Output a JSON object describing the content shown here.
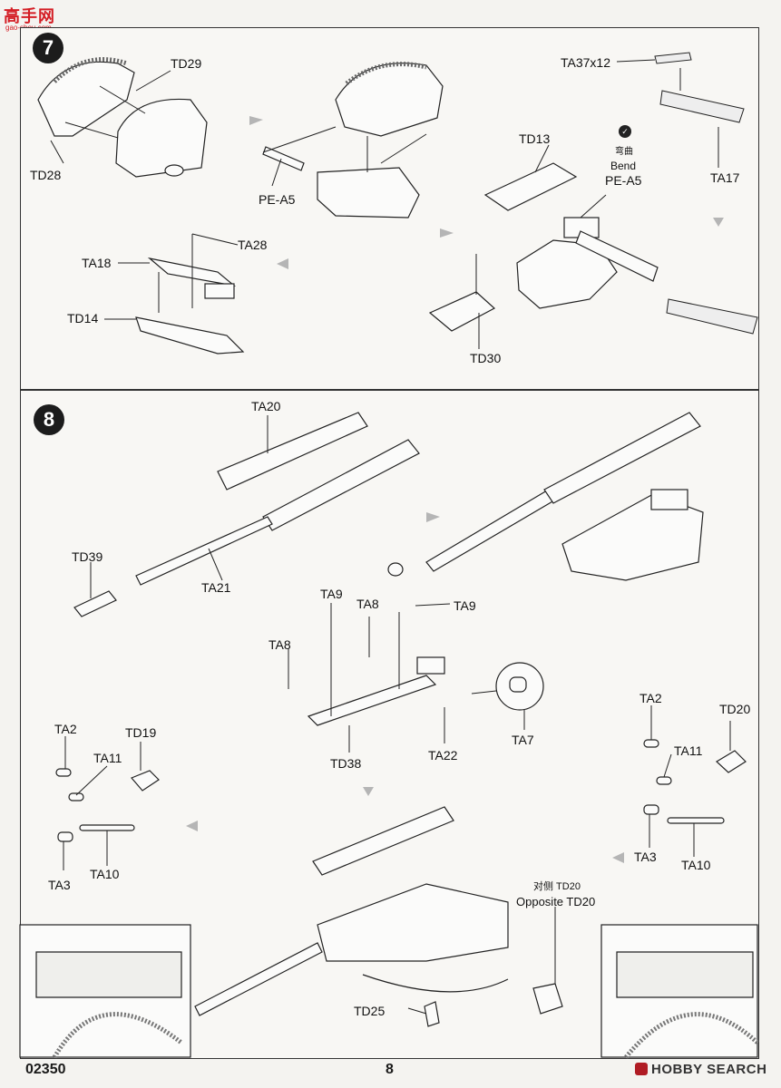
{
  "watermark": {
    "text": "高手网",
    "url": "gao-shou.com"
  },
  "step7": {
    "number": "7",
    "labels": {
      "td29": "TD29",
      "td28": "TD28",
      "pe_a5_left": "PE-A5",
      "ta37": "TA37x12",
      "td13": "TD13",
      "bend_cn": "弯曲",
      "bend_en": "Bend",
      "pe_a5_right": "PE-A5",
      "ta17": "TA17",
      "ta28": "TA28",
      "ta18": "TA18",
      "td14": "TD14",
      "td30": "TD30"
    }
  },
  "step8": {
    "number": "8",
    "labels": {
      "ta20": "TA20",
      "td39": "TD39",
      "ta21": "TA21",
      "ta9_a": "TA9",
      "ta8_a": "TA8",
      "ta9_b": "TA9",
      "ta8_b": "TA8",
      "td38": "TD38",
      "ta22": "TA22",
      "ta7": "TA7",
      "ta2_left": "TA2",
      "td19": "TD19",
      "ta11_left": "TA11",
      "ta3_left": "TA3",
      "ta10_left": "TA10",
      "ta2_right": "TA2",
      "td20": "TD20",
      "ta11_right": "TA11",
      "ta3_right": "TA3",
      "ta10_right": "TA10",
      "opposite_cn": "对侧 TD20",
      "opposite_en": "Opposite TD20",
      "td25": "TD25"
    }
  },
  "footer": {
    "code": "02350",
    "page": "8",
    "brand": "HOBBY SEARCH"
  }
}
